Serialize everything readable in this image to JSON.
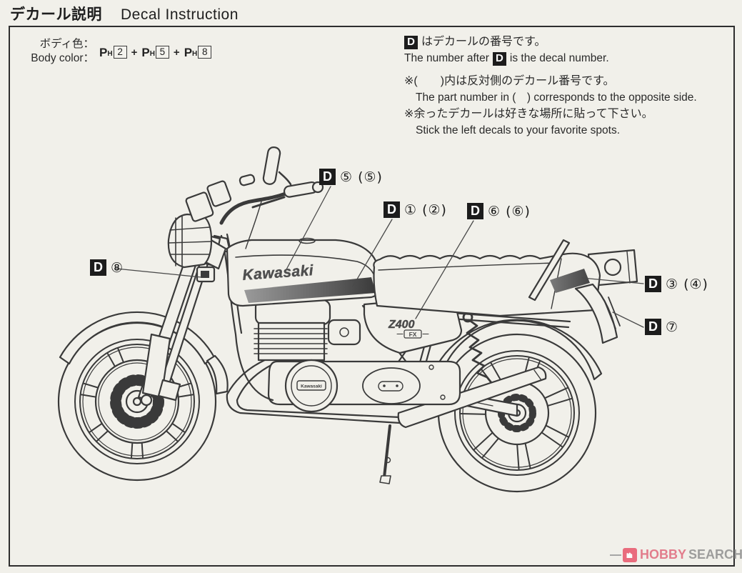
{
  "page": {
    "title_jp": "デカール説明",
    "title_en": "Decal Instruction"
  },
  "body_color": {
    "label_jp": "ボディ色：",
    "label_en": "Body color：",
    "codes": [
      {
        "letter": "P",
        "sub": "H",
        "num": "2"
      },
      {
        "letter": "P",
        "sub": "H",
        "num": "5"
      },
      {
        "letter": "P",
        "sub": "H",
        "num": "8"
      }
    ],
    "joiner": "+"
  },
  "instructions": {
    "badge": "D",
    "line1_jp": "はデカールの番号です。",
    "line1_en_before": "The number after",
    "line1_en_after": "is the decal number.",
    "note1_jp": "※(　　)内は反対側のデカール番号です。",
    "note1_en": "The part number in (　) corresponds to the opposite side.",
    "note2_jp": "※余ったデカールは好きな場所に貼って下さい。",
    "note2_en": "Stick the left decals to your favorite spots."
  },
  "decal_labels": [
    {
      "badge": "D",
      "nums": "⑤ (⑤)"
    },
    {
      "badge": "D",
      "nums": "① (②)"
    },
    {
      "badge": "D",
      "nums": "⑥ (⑥)"
    },
    {
      "badge": "D",
      "nums": "⑧"
    },
    {
      "badge": "D",
      "nums": "③ (④)"
    },
    {
      "badge": "D",
      "nums": "⑦"
    }
  ],
  "emblems": {
    "tank": "Kawasaki",
    "side_cover": "Z400",
    "side_cover_sub": "FX",
    "engine": "Kawasaki"
  },
  "watermark": {
    "brand1": "HOBBY",
    "brand2": "SEARCH"
  },
  "colors": {
    "paper": "#f1f0ea",
    "line": "#3a3a3a",
    "stripe_dark": "#3f3f3f",
    "stripe_light": "#9a9a9a",
    "badge_bg": "#1c1c1c",
    "watermark_pink": "#e0697c",
    "watermark_gray": "#8f8f8f"
  }
}
